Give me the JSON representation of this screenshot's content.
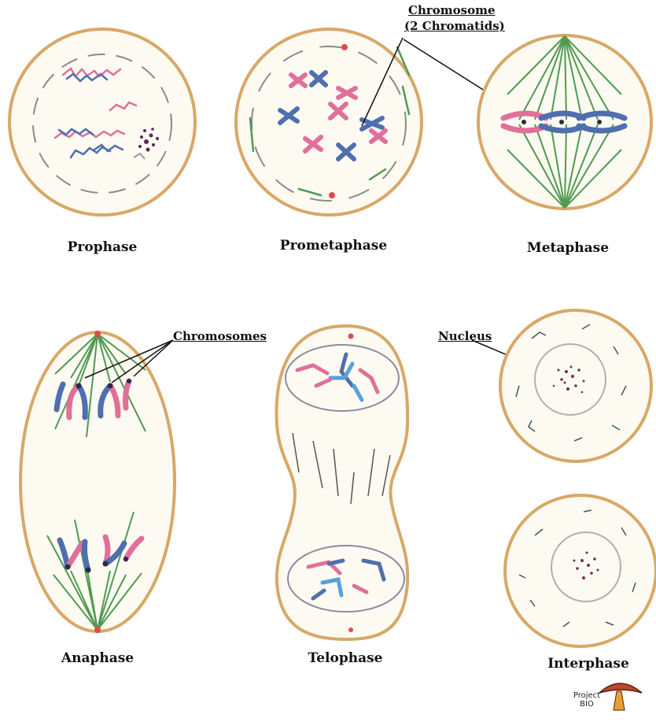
{
  "labels": {
    "prophase": "Prophase",
    "prometaphase": "Prometaphase",
    "metaphase": "Metaphase",
    "anaphase": "Anaphase",
    "telophase": "Telophase",
    "interphase": "Interphase"
  },
  "callouts": {
    "chromosome": "Chromosome",
    "chromatids": "(2 Chromatids)",
    "chromosomes": "Chromosomes",
    "nucleus": "Nucleus"
  },
  "logo": {
    "line1": "Project",
    "line2": "BIO"
  },
  "colors": {
    "cell_membrane": "#d8a867",
    "cell_fill": "#fdfaf2",
    "chromatid_pink": "#e0709a",
    "chromatid_blue": "#4f6fae",
    "chromatid_light_blue": "#5aa0d8",
    "spindle_green": "#4f9a4f",
    "centromere": "#2a2a4a"
  }
}
